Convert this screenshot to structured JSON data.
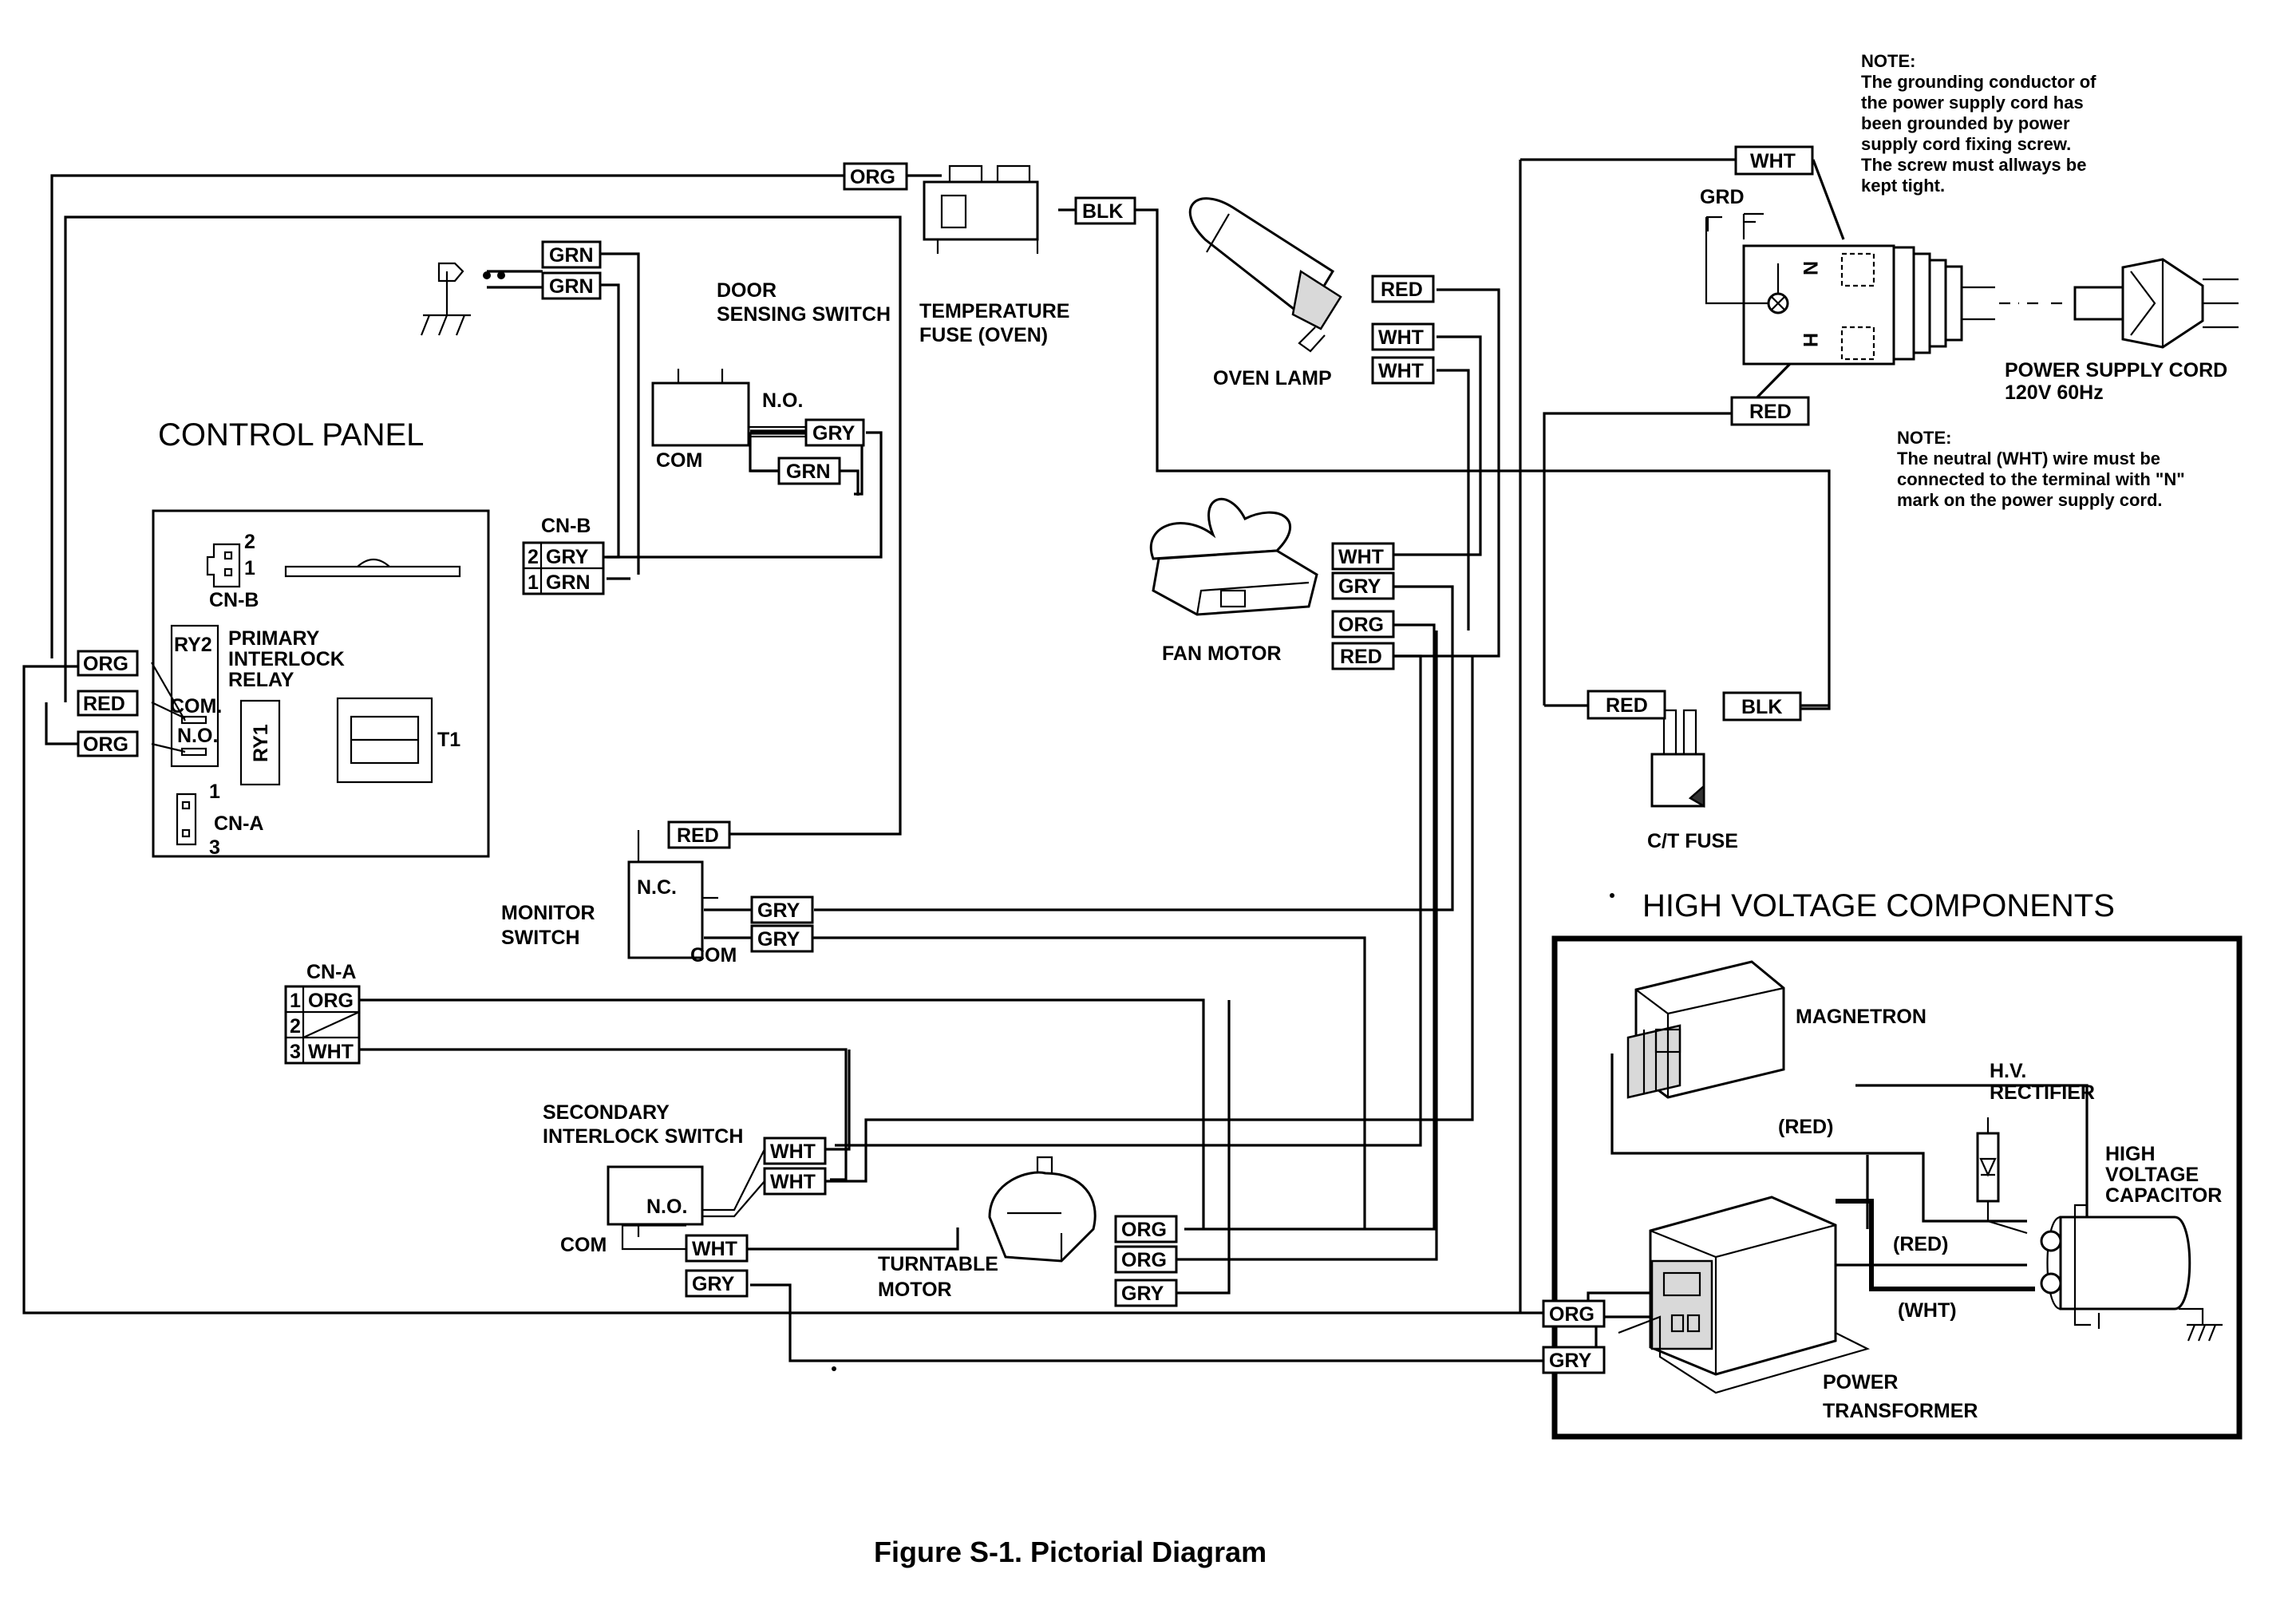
{
  "diagram": {
    "caption": "Figure S-1. Pictorial Diagram",
    "sections": {
      "control_panel": "CONTROL PANEL",
      "high_voltage": "HIGH VOLTAGE COMPONENTS"
    },
    "components": {
      "door_sensing_switch": [
        "DOOR",
        "SENSING SWITCH"
      ],
      "temperature_fuse": [
        "TEMPERATURE",
        "FUSE (OVEN)"
      ],
      "oven_lamp": "OVEN LAMP",
      "fan_motor": "FAN MOTOR",
      "ct_fuse": "C/T FUSE",
      "monitor_switch": [
        "MONITOR",
        "SWITCH"
      ],
      "secondary_interlock": [
        "SECONDARY",
        "INTERLOCK SWITCH"
      ],
      "turntable_motor": [
        "TURNTABLE",
        "MOTOR"
      ],
      "magnetron": "MAGNETRON",
      "hv_rectifier": [
        "H.V.",
        "RECTIFIER"
      ],
      "hv_capacitor": [
        "HIGH",
        "VOLTAGE",
        "CAPACITOR"
      ],
      "power_transformer": [
        "POWER",
        "TRANSFORMER"
      ],
      "power_supply_cord": [
        "POWER SUPPLY CORD",
        "120V 60Hz"
      ],
      "primary_relay": [
        "PRIMARY",
        "INTERLOCK",
        "RELAY"
      ]
    },
    "pins": {
      "cn_b": "CN-B",
      "cn_a": "CN-A",
      "ry2": "RY2",
      "ry1": "RY1",
      "t1": "T1",
      "com": "COM",
      "com_dot": "COM.",
      "no": "N.O.",
      "nc": "N.C.",
      "grd": "GRD",
      "n": "N",
      "h": "H",
      "one": "1",
      "two": "2",
      "three": "3"
    },
    "wire_labels": {
      "org": "ORG",
      "red": "RED",
      "grn": "GRN",
      "gry": "GRY",
      "blk": "BLK",
      "wht": "WHT",
      "red_paren": "(RED)",
      "wht_paren": "(WHT)"
    },
    "notes": {
      "note1": [
        "NOTE:",
        "The grounding conductor of",
        "the power supply cord has",
        "been grounded by power",
        "supply cord fixing screw.",
        "The screw must allways be",
        "kept tight."
      ],
      "note2": [
        "NOTE:",
        "The neutral (WHT) wire must be",
        "connected to the terminal with \"N\"",
        "mark on the power supply cord."
      ]
    }
  }
}
